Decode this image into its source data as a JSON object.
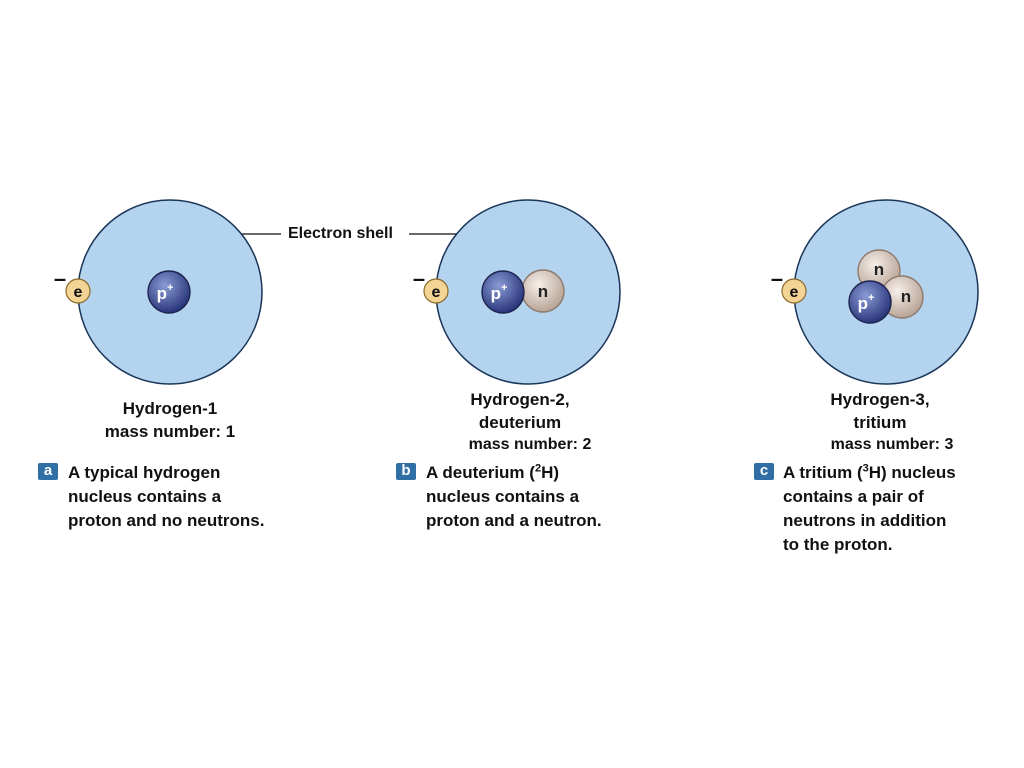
{
  "colors": {
    "shell_fill": "#b3d3ee",
    "shell_stroke": "#1a3557",
    "electron": "#f3d494",
    "proton": "#3d4f99",
    "neutron": "#d9c8bb",
    "badge": "#2f6fa5"
  },
  "electron_shell_label": "Electron shell",
  "particles": {
    "electron": "e",
    "electron_charge": "–",
    "proton": "p",
    "proton_charge": "+",
    "neutron": "n"
  },
  "panels": [
    {
      "badge": "a",
      "name_line1": "Hydrogen-1",
      "name_line2": "",
      "mass": "mass number: 1",
      "desc_line1": "A typical hydrogen",
      "desc_line2": "nucleus contains a",
      "desc_line3": "proton and no neutrons.",
      "desc_line4": ""
    },
    {
      "badge": "b",
      "name_line1": "Hydrogen-2,",
      "name_line2": "deuterium",
      "mass": "mass number: 2",
      "desc_pre": "A deuterium (",
      "desc_sup": "2",
      "desc_post": "H)",
      "desc_line2": "nucleus contains a",
      "desc_line3": "proton and a neutron.",
      "desc_line4": ""
    },
    {
      "badge": "c",
      "name_line1": "Hydrogen-3,",
      "name_line2": "tritium",
      "mass": "mass number: 3",
      "desc_pre": "A tritium (",
      "desc_sup": "3",
      "desc_post": "H) nucleus",
      "desc_line2": "contains a pair of",
      "desc_line3": "neutrons in addition",
      "desc_line4": "to the proton."
    }
  ]
}
